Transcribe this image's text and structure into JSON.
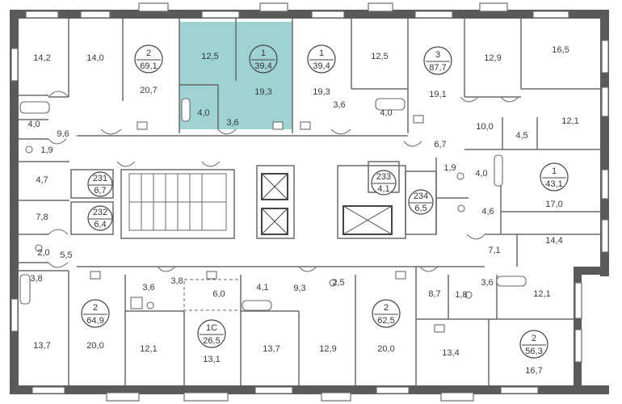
{
  "colors": {
    "highlight": "#9fd2d3",
    "wall": "#5a5a5a",
    "line": "#6a6a6a"
  },
  "rooms": [
    {
      "label": "14,2"
    },
    {
      "label": "14,0"
    },
    {
      "label": "20,7"
    },
    {
      "label": "12,5"
    },
    {
      "label": "19,3"
    },
    {
      "label": "4,0"
    },
    {
      "label": "3,6"
    },
    {
      "label": "19,3"
    },
    {
      "label": "12,5"
    },
    {
      "label": "3,6"
    },
    {
      "label": "4,0"
    },
    {
      "label": "19,1"
    },
    {
      "label": "12,9"
    },
    {
      "label": "16,5"
    },
    {
      "label": "12,1"
    },
    {
      "label": "10,0"
    },
    {
      "label": "4,5"
    },
    {
      "label": "6,7"
    },
    {
      "label": "4,0"
    },
    {
      "label": "9,6"
    },
    {
      "label": "1,9"
    },
    {
      "label": "4,7"
    },
    {
      "label": "7,8"
    },
    {
      "label": "2,0"
    },
    {
      "label": "5,5"
    },
    {
      "label": "3,8"
    },
    {
      "label": "1,9"
    },
    {
      "label": "4,0"
    },
    {
      "label": "17,0"
    },
    {
      "label": "4,6"
    },
    {
      "label": "14,4"
    },
    {
      "label": "7,1"
    },
    {
      "label": "3,6"
    },
    {
      "label": "3,8"
    },
    {
      "label": "6,0"
    },
    {
      "label": "4,1"
    },
    {
      "label": "9,3"
    },
    {
      "label": "2,5"
    },
    {
      "label": "8,7"
    },
    {
      "label": "1,8"
    },
    {
      "label": "3,6"
    },
    {
      "label": "12,1"
    },
    {
      "label": "13,7"
    },
    {
      "label": "20,0"
    },
    {
      "label": "12,1"
    },
    {
      "label": "13,1"
    },
    {
      "label": "13,7"
    },
    {
      "label": "12,9"
    },
    {
      "label": "20,0"
    },
    {
      "label": "13,4"
    },
    {
      "label": "16,7"
    }
  ],
  "apartments": [
    {
      "rooms": "2",
      "area": "69,1"
    },
    {
      "rooms": "1",
      "area": "39,4"
    },
    {
      "rooms": "1",
      "area": "39,4"
    },
    {
      "rooms": "3",
      "area": "87,7"
    },
    {
      "rooms": "1",
      "area": "43,1"
    },
    {
      "rooms": "2",
      "area": "64,9"
    },
    {
      "rooms": "1С",
      "area": "26,5"
    },
    {
      "rooms": "2",
      "area": "62,5"
    },
    {
      "rooms": "2",
      "area": "56,3"
    }
  ],
  "storage_units": [
    {
      "number": "231",
      "area": "6,7"
    },
    {
      "number": "232",
      "area": "6,4"
    },
    {
      "number": "233",
      "area": "4,1"
    },
    {
      "number": "234",
      "area": "6,5"
    }
  ]
}
